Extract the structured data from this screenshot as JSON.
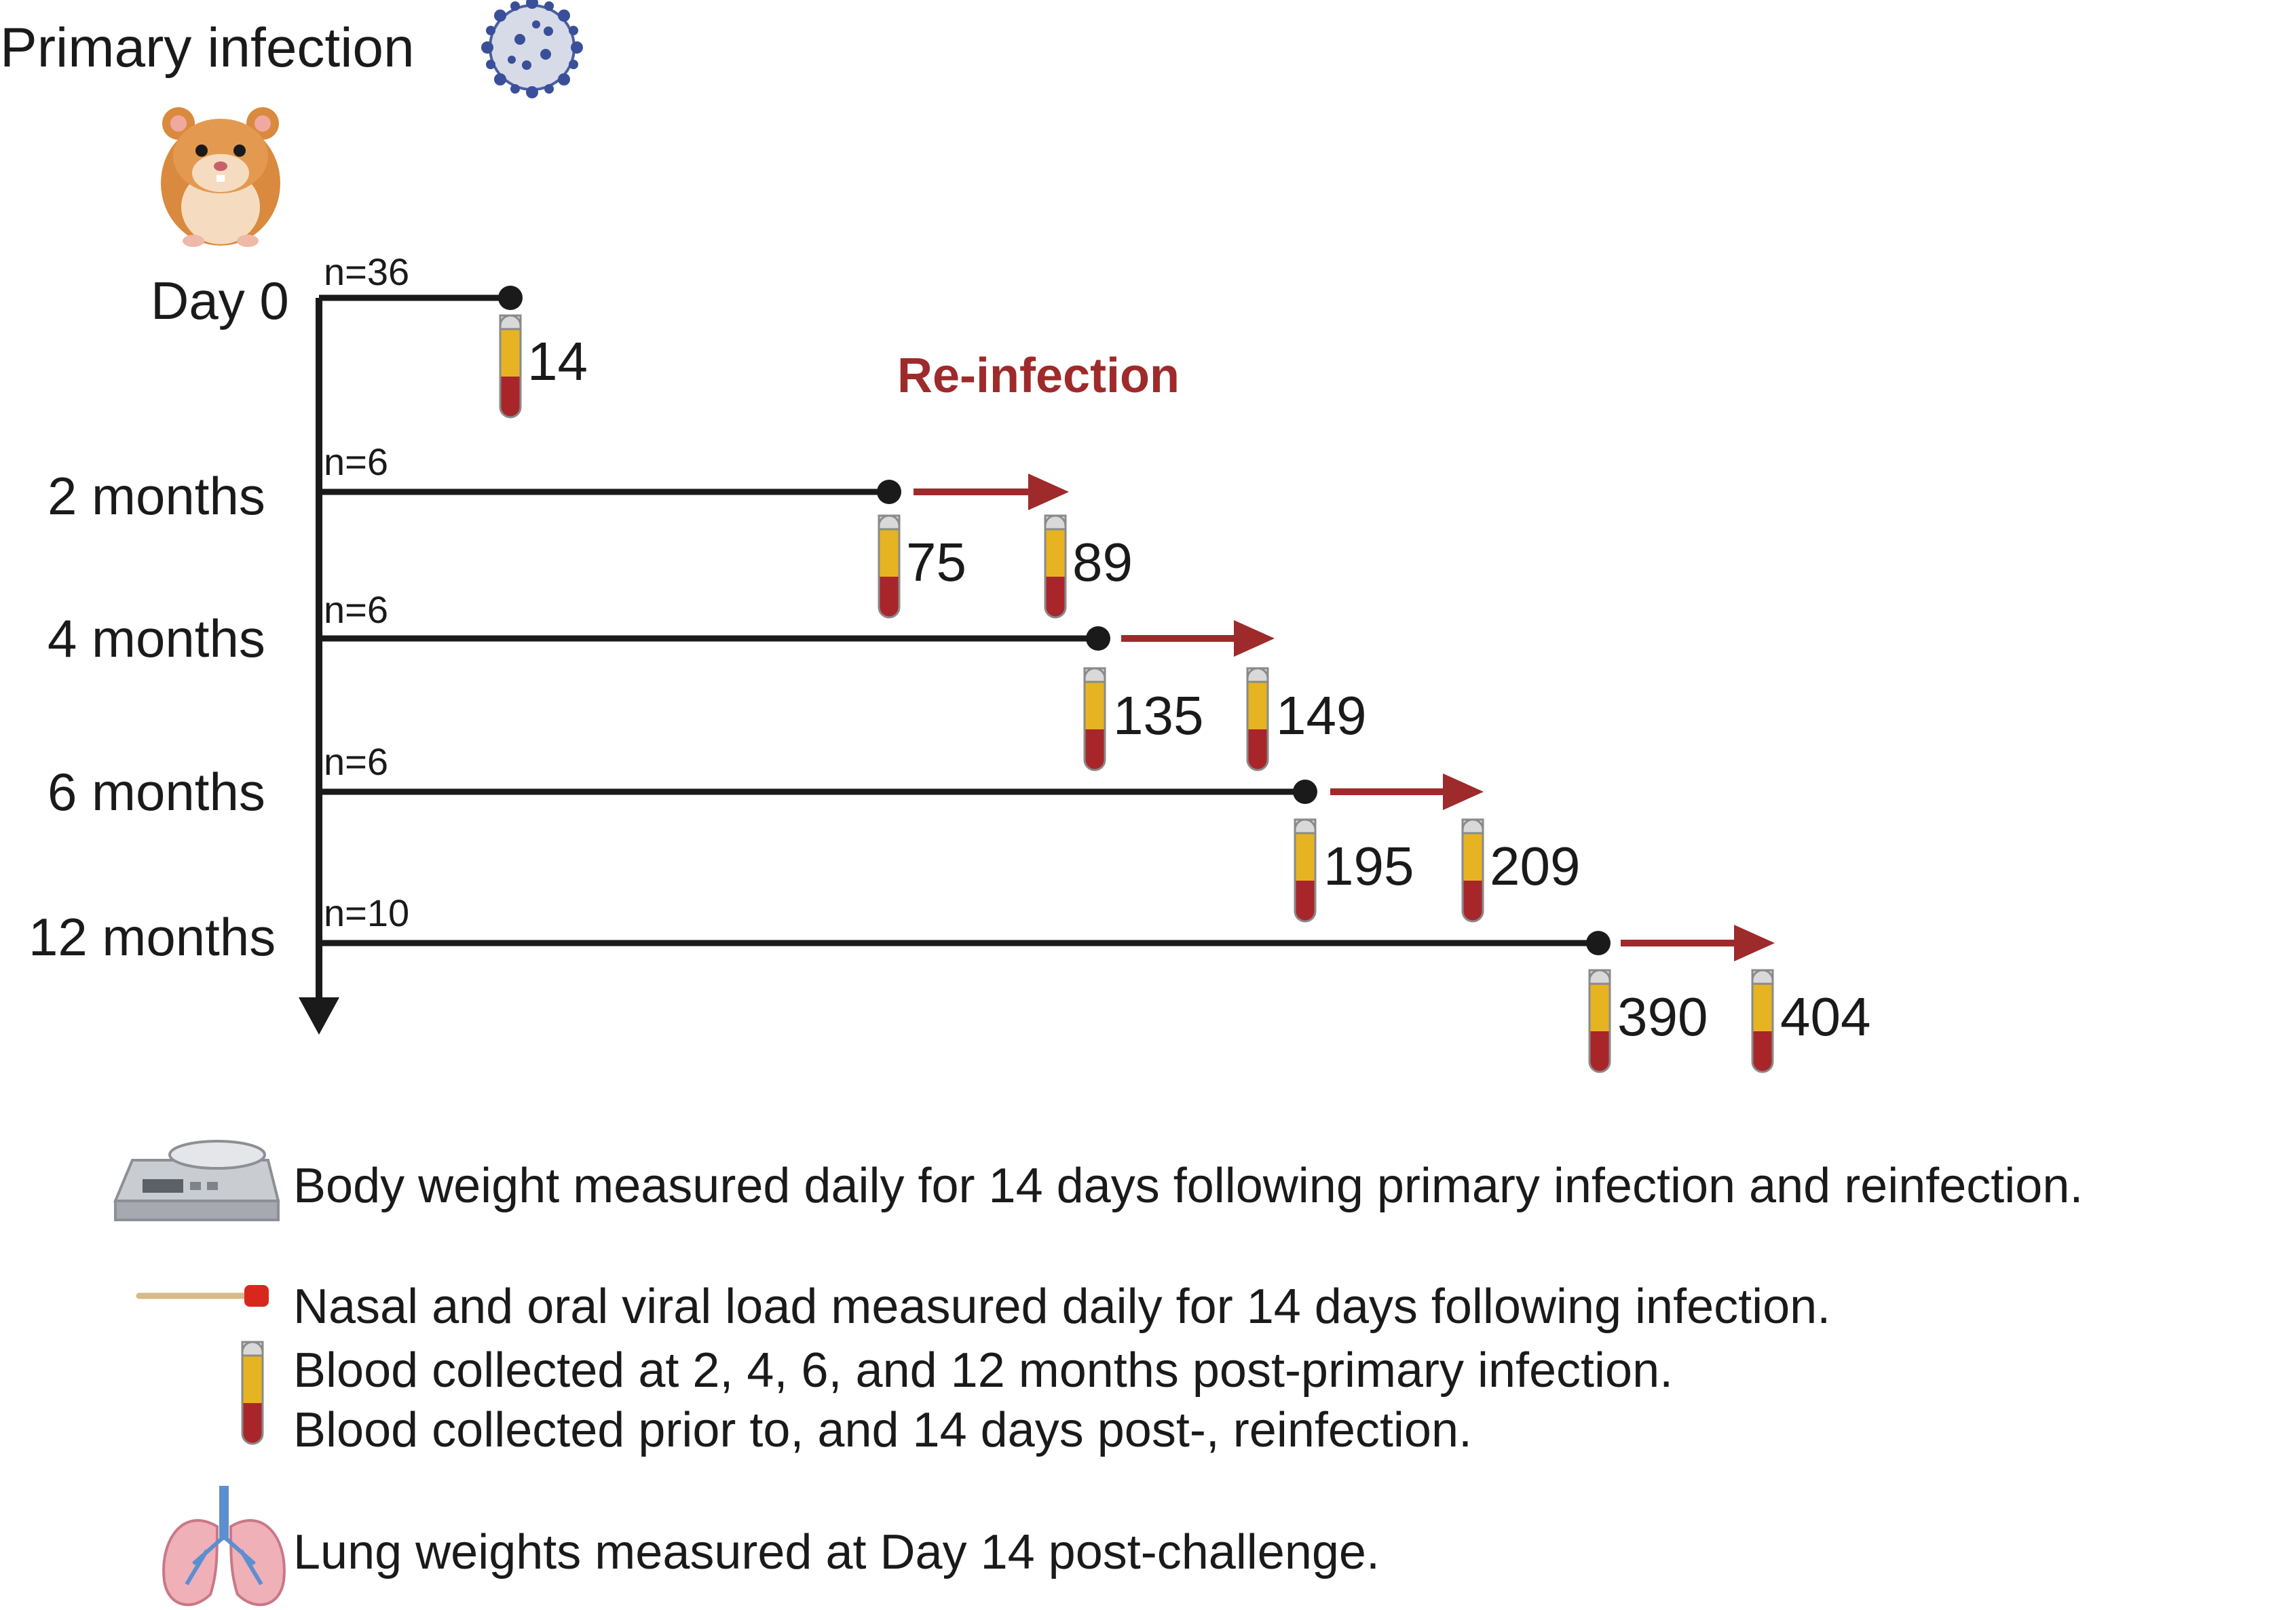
{
  "title": "Primary infection",
  "reinfection_label": "Re-infection",
  "rows": [
    {
      "label": "Day 0",
      "n": "n=36",
      "samples": [
        "14"
      ],
      "reinfection": false
    },
    {
      "label": "2 months",
      "n": "n=6",
      "samples": [
        "75",
        "89"
      ],
      "reinfection": true
    },
    {
      "label": "4 months",
      "n": "n=6",
      "samples": [
        "135",
        "149"
      ],
      "reinfection": true
    },
    {
      "label": "6 months",
      "n": "n=6",
      "samples": [
        "195",
        "209"
      ],
      "reinfection": true
    },
    {
      "label": "12 months",
      "n": "n=10",
      "samples": [
        "390",
        "404"
      ],
      "reinfection": true
    }
  ],
  "legend": {
    "weight": "Body weight measured daily for 14 days following primary infection and reinfection.",
    "swab": "Nasal and oral viral load measured daily for 14 days following infection.",
    "blood_1": "Blood collected at 2, 4, 6, and 12 months post-primary infection.",
    "blood_2": "Blood collected prior to, and 14 days post-, reinfection.",
    "lung": "Lung weights measured at Day 14 post-challenge."
  },
  "colors": {
    "line": "#1a1a1a",
    "arrow": "#9e2a2b",
    "blood_plasma": "#e6b422",
    "blood_red": "#a8262a"
  },
  "icons": [
    "virus-icon",
    "hamster-icon",
    "scale-icon",
    "swab-icon",
    "blood-tube-icon",
    "lungs-icon"
  ]
}
